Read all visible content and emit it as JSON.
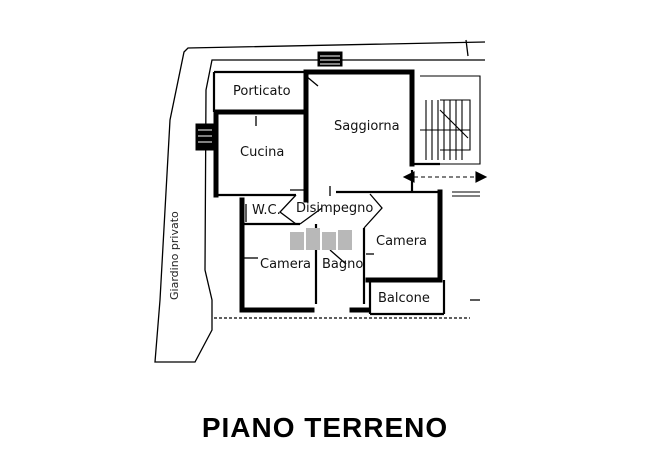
{
  "title": "PIANO TERRENO",
  "garden_label": "Giardino privato",
  "rooms": {
    "porticato": "Porticato",
    "soggiorno": "Saggiorna",
    "cucina": "Cucina",
    "wc": "W.C.",
    "disimpegno": "Disimpegno",
    "camera_right": "Camera",
    "camera_left": "Camera",
    "bagno": "Bagno",
    "balcone": "Balcone"
  },
  "colors": {
    "ink": "#000000",
    "paper": "#ffffff",
    "watermark": "#b8b8b8"
  }
}
